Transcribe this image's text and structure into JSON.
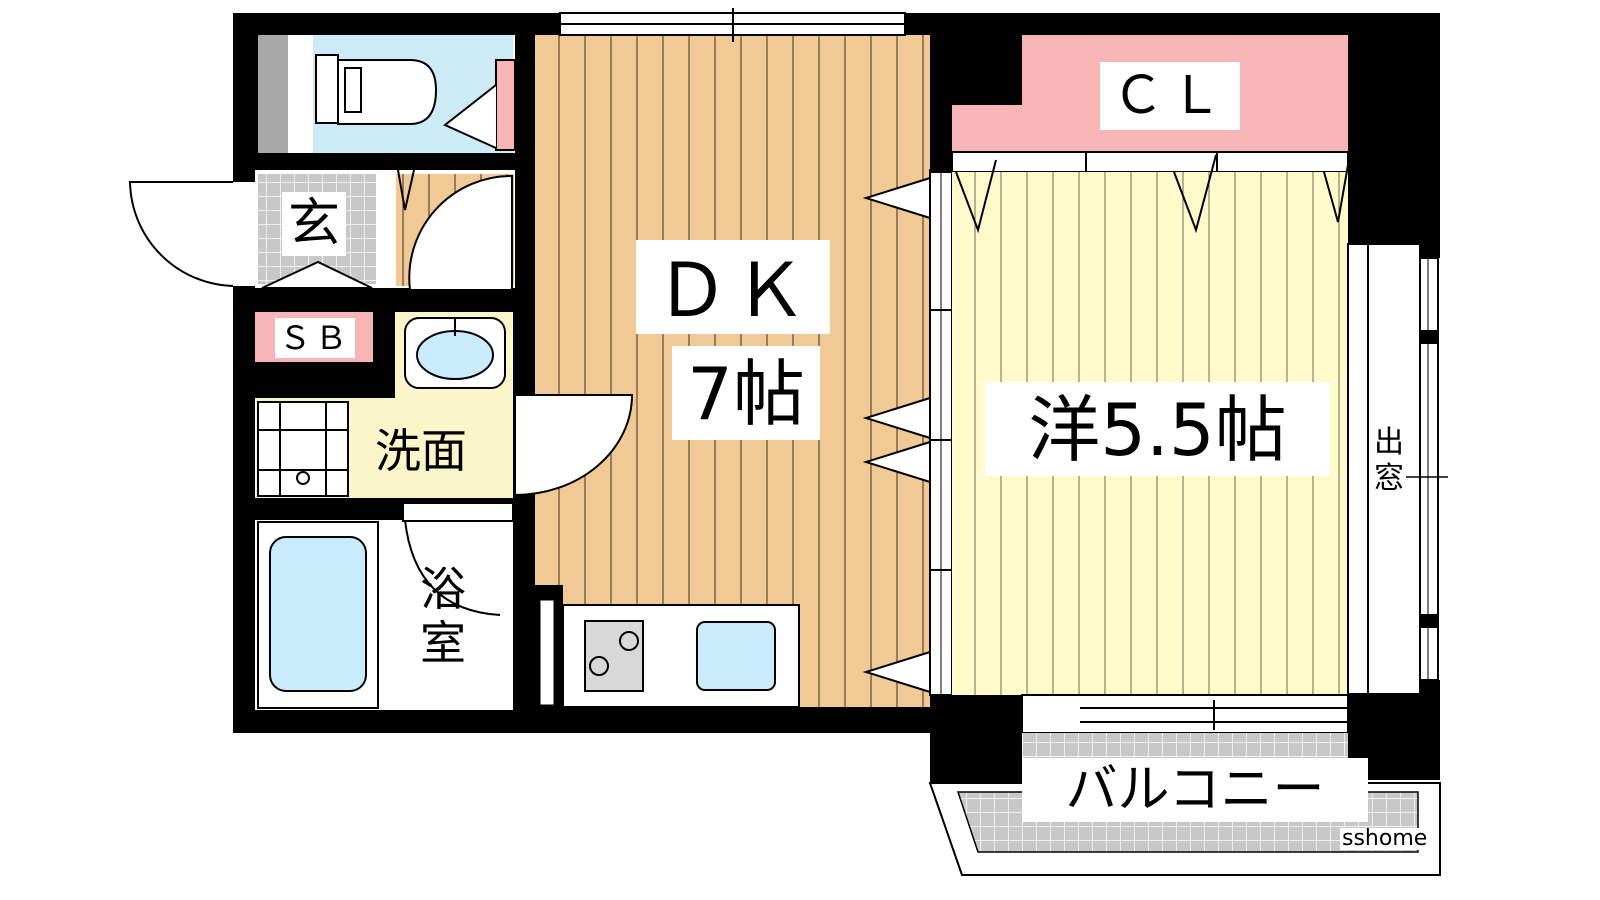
{
  "rooms": {
    "dk_name": "ＤＫ",
    "dk_size": "7帖",
    "western_room": "洋5.5帖",
    "closet": "ＣＬ",
    "entrance": "玄",
    "shoe_box": "ＳＢ",
    "washroom": "洗面",
    "bath_1": "浴",
    "bath_2": "室",
    "bay_window_1": "出",
    "bay_window_2": "窓",
    "balcony": "バルコニー"
  },
  "watermark": "sshome",
  "colors": {
    "wall": "#000000",
    "floor_dk": "#f0c994",
    "floor_western": "#fefacb",
    "closet": "#f7b5b5",
    "toilet": "#cdeaf7",
    "washroom": "#fbf6c9",
    "tile": "#c8c8c8",
    "fixture": "#c9ebfb"
  }
}
